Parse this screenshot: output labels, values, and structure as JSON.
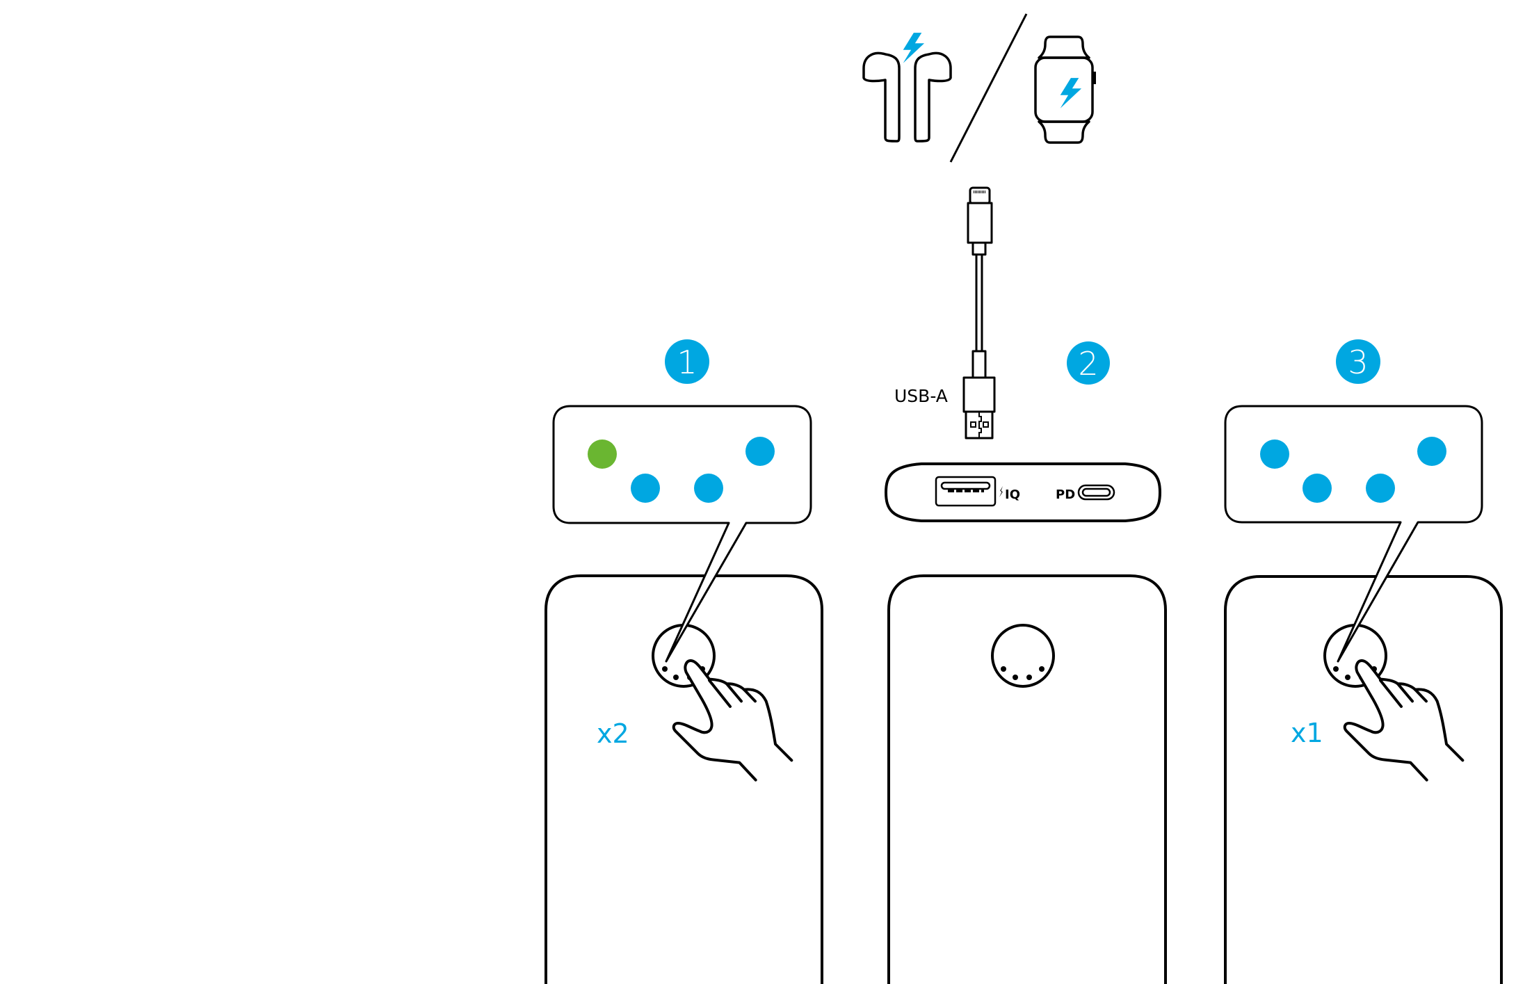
{
  "title": "Power bank charging mode for low-power devices",
  "colors": {
    "accent": "#00a7e1",
    "led_on_green": "#6ab631",
    "led_on_blue": "#00a7e1",
    "outline": "#000000",
    "background": "#ffffff"
  },
  "devices": {
    "items": [
      {
        "name": "earbuds",
        "icon": "earbuds-charging-icon"
      },
      {
        "name": "smartwatch",
        "icon": "smartwatch-charging-icon"
      }
    ],
    "separator": "/"
  },
  "cable": {
    "top_connector": "lightning-connector",
    "bottom_connector_label": "USB-A"
  },
  "power_bank_ports": {
    "usb_a_label": "IQ",
    "usb_a_prefix_icon": "lightning-bolt-icon",
    "usb_c_label": "PD"
  },
  "steps": [
    {
      "number": "1",
      "tap_count": "x2",
      "leds": [
        {
          "color": "green"
        },
        {
          "color": "blue"
        },
        {
          "color": "blue"
        },
        {
          "color": "blue"
        }
      ],
      "action": "press-button"
    },
    {
      "number": "2",
      "action": "connect-cable"
    },
    {
      "number": "3",
      "tap_count": "x1",
      "leds": [
        {
          "color": "blue"
        },
        {
          "color": "blue"
        },
        {
          "color": "blue"
        },
        {
          "color": "blue"
        }
      ],
      "action": "press-button"
    }
  ]
}
